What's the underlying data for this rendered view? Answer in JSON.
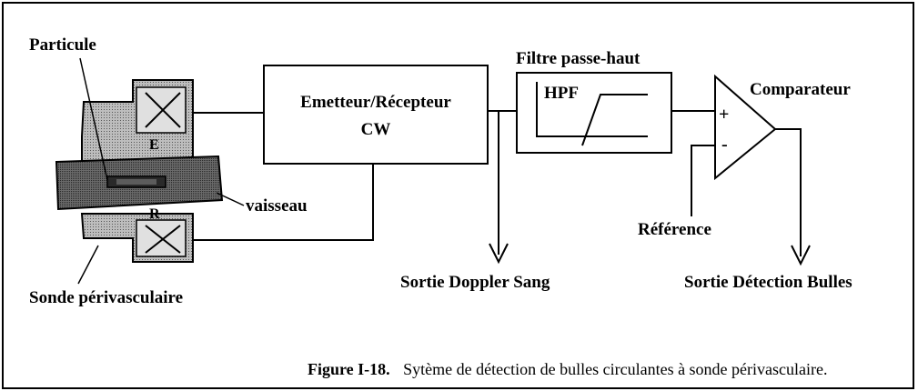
{
  "labels": {
    "particle": "Particule",
    "vessel": "vaisseau",
    "probe": "Sonde périvasculaire",
    "probe_e": "E",
    "probe_r": "R",
    "transceiver_line1": "Emetteur/Récepteur",
    "transceiver_line2": "CW",
    "filter_title": "Filtre passe-haut",
    "filter_inner": "HPF",
    "comparator": "Comparateur",
    "plus": "+",
    "minus": "-",
    "reference": "Référence",
    "doppler_out": "Sortie Doppler Sang",
    "bubble_out": "Sortie Détection Bulles"
  },
  "caption": {
    "figure_label": "Figure I-18.",
    "text": "Sytème de détection de bulles circulantes à sonde périvasculaire."
  }
}
